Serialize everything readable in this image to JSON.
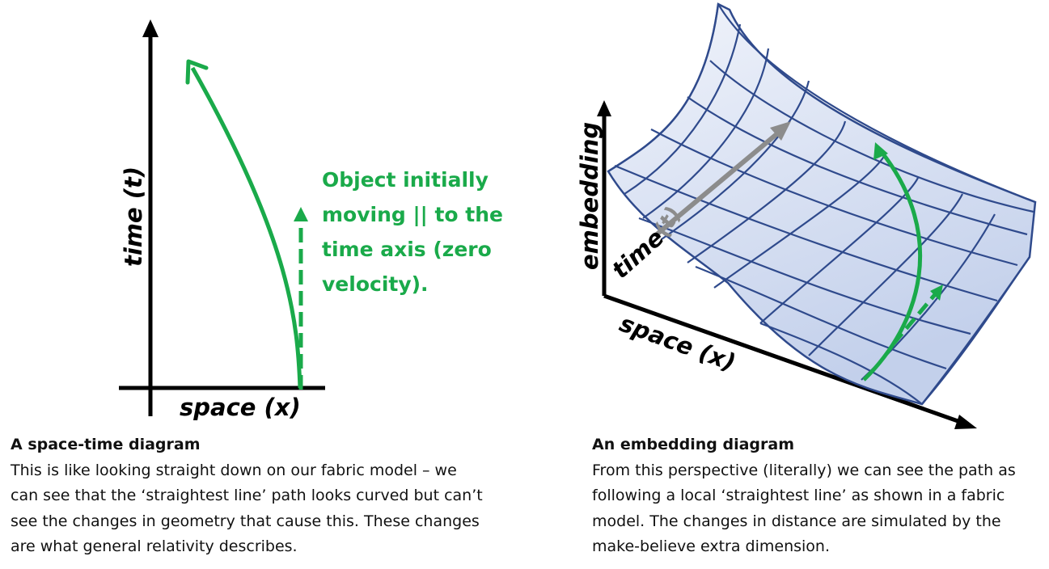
{
  "left_diagram": {
    "time_axis_label": "time (t)",
    "space_axis_label": "space (x)",
    "annotation_lines": [
      "Object initially",
      "moving || to the",
      "time axis (zero",
      "velocity)."
    ],
    "caption_title": "A space-time diagram",
    "caption_lines": [
      "This is like looking straight down on our fabric model – we",
      "can see that the ‘straightest line’ path looks curved but can’t",
      "see the changes in geometry that cause this. These changes",
      "are what general relativity describes."
    ]
  },
  "right_diagram": {
    "embedding_axis_label": "embedding",
    "time_axis_label": "time",
    "time_symbol_label": "(t)",
    "space_axis_label": "space (x)",
    "caption_title": "An embedding diagram",
    "caption_lines": [
      "From this perspective (literally) we can see the path as",
      "following a local ‘straightest line’ as shown in a fabric",
      "model. The changes in distance are simulated by the",
      "make-believe extra dimension."
    ]
  },
  "colors": {
    "path_green": "#1aaa4a",
    "grid_blue": "#2f4a8c",
    "surface_fill_light": "#eef2fb",
    "surface_fill_dark": "#c5d2ec",
    "arrow_gray": "#8c8c8c",
    "axis_black": "#000000"
  },
  "icons": [
    "arrowhead"
  ]
}
